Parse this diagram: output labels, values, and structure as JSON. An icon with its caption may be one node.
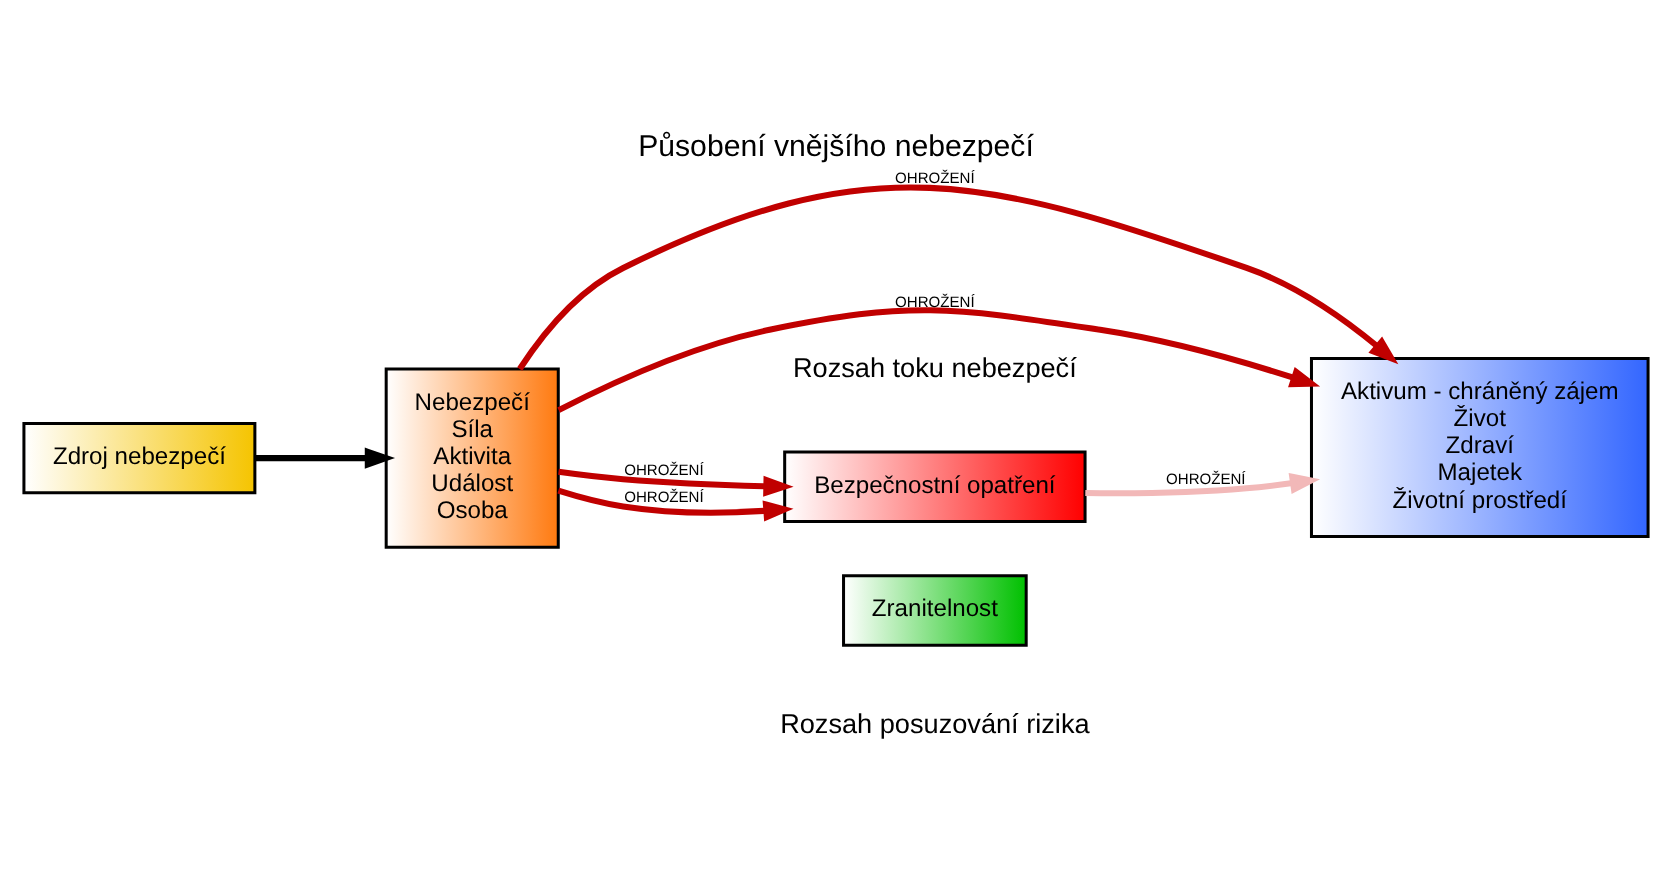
{
  "diagram": {
    "title": "Působení vnějšího nebezpečí",
    "nodes": [
      {
        "text": [
          "Zdroj nebezpečí"
        ]
      },
      {
        "text": [
          "Nebezpečí",
          "Síla",
          "Aktivita",
          "Událost",
          "Osoba"
        ]
      },
      {
        "text": [
          "Bezpečnostní opatření"
        ]
      },
      {
        "text": [
          "Zranitelnost"
        ]
      },
      {
        "text": [
          "Aktivum - chráněný zájem",
          "Život",
          "Zdraví",
          "Majetek",
          "Životní prostředí"
        ]
      }
    ],
    "edges": [
      {
        "from": 0,
        "to": 1,
        "arrow": "to",
        "color": "#000000"
      },
      {
        "from": 1,
        "to": 2,
        "arrow": "to",
        "label": "OHROŽENÍ"
      },
      {
        "from": 1,
        "to": 2,
        "arrow": "to",
        "label": "OHROŽENÍ"
      },
      {
        "from": 1,
        "to": 4,
        "arrow": "to",
        "label": "OHROŽENÍ"
      },
      {
        "from": 1,
        "to": 4,
        "arrow": "to",
        "label": "OHROŽENÍ"
      },
      {
        "from": 2,
        "to": 4,
        "arrow": "to",
        "label": "OHROŽENÍ",
        "color": "#f2b8b8"
      }
    ],
    "labels": [
      "Rozsah toku nebezpečí",
      "Rozsah posuzování rizika"
    ]
  }
}
